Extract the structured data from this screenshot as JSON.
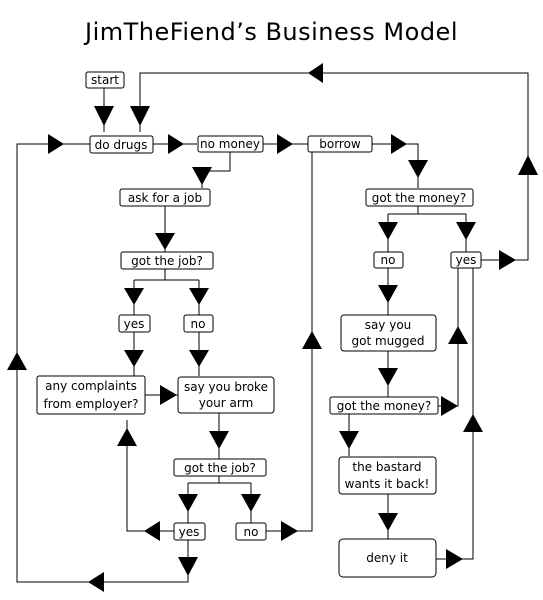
{
  "title": "JimTheFiend’s Business Model",
  "nodes": {
    "start": "start",
    "do_drugs": "do drugs",
    "no_money": "no money",
    "borrow": "borrow",
    "ask_job": "ask for a job",
    "got_job_1": "got the job?",
    "yes_1": "yes",
    "no_1": "no",
    "complaints": [
      "any complaints",
      "from employer?"
    ],
    "broke_arm": [
      "say you broke",
      "your arm"
    ],
    "got_job_2": "got the job?",
    "yes_2": "yes",
    "no_2": "no",
    "got_money_1": "got the money?",
    "no_3": "no",
    "yes_3": "yes",
    "mugged": [
      "say you",
      "got mugged"
    ],
    "got_money_2": "got the money?",
    "bastard": [
      "the bastard",
      "wants it back!"
    ],
    "deny": "deny it"
  }
}
